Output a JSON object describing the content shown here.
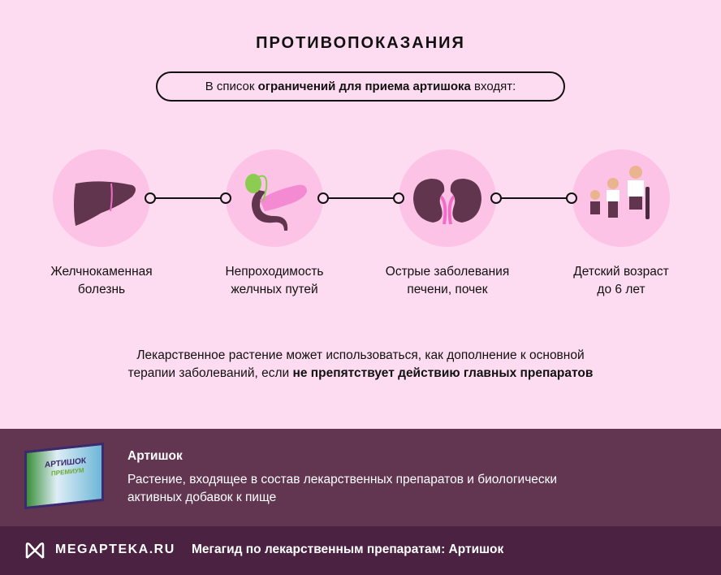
{
  "title": "ПРОТИВОПОКАЗАНИЯ",
  "intro": {
    "pre": "В список ",
    "bold": "ограничений для приема артишока",
    "post": " входят:"
  },
  "items": [
    {
      "icon": "liver-icon",
      "line1": "Желчнокаменная",
      "line2": "болезнь"
    },
    {
      "icon": "pancreas-gallbladder-icon",
      "line1": "Непроходимость",
      "line2": "желчных путей"
    },
    {
      "icon": "kidneys-icon",
      "line1": "Острые заболевания",
      "line2": "печени, почек"
    },
    {
      "icon": "children-icon",
      "line1": "Детский возраст",
      "line2": "до 6 лет"
    }
  ],
  "note": {
    "line1": "Лекарственное растение может использоваться, как дополнение к основной",
    "line2_pre": "терапии заболеваний, если ",
    "line2_bold": "не препятствует действию главных препаратов"
  },
  "product": {
    "name": "Артишок",
    "desc1": "Растение, входящее в состав лекарственных препаратов и биологически",
    "desc2": "активных добавок к пище",
    "box_title": "АРТИШОК",
    "box_sub": "ПРЕМИУМ"
  },
  "footer": {
    "brand": "MEGAPTEKA.RU",
    "text": "Мегагид по лекарственным препаратам: Артишок"
  },
  "colors": {
    "bg": "#fddcf1",
    "circle": "#fcc3e6",
    "band": "#623651",
    "footer": "#4b2241",
    "organ": "#62354f",
    "accent": "#f06ec8"
  }
}
